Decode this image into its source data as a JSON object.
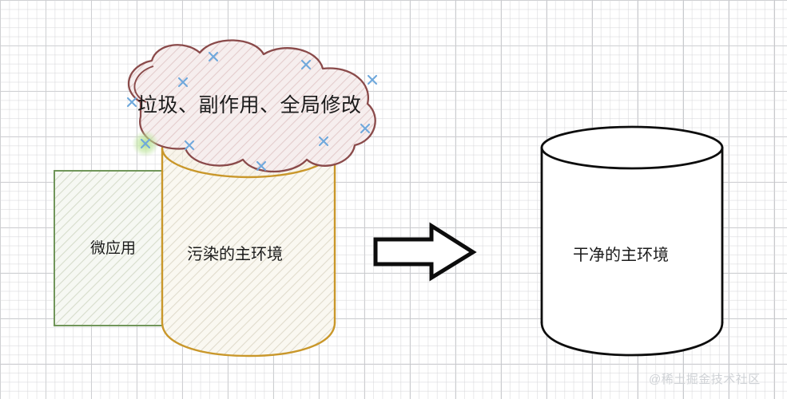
{
  "diagram": {
    "title_region": "micro-frontend sandbox illustration",
    "background": {
      "style": "graph-paper-grid",
      "minor_grid_color": "#d7d7da",
      "major_grid_color": "#a0a2a8",
      "page_color": "#ffffff"
    },
    "cloud": {
      "label": "垃圾、副作用、全局修改",
      "stroke_color": "#8a4a4a",
      "fill_color": "#f3e9e9",
      "hatch_color": "#e0cfcf",
      "handle_marker": "x-handle-icon",
      "handle_color": "#6fa8dc",
      "handle_count": 9
    },
    "polluted_cylinder": {
      "label": "污染的主环境",
      "stroke_color": "#c9972a",
      "fill_color": "#faf7ef",
      "hatch_color": "#e2ded2"
    },
    "micro_app": {
      "label": "微应用",
      "stroke_color": "#6a9153",
      "fill_color": "#f4f6f1",
      "hatch_color": "#d9ded2",
      "dashed_back_face": true
    },
    "highlight_dot": {
      "name": "selection-glow",
      "color": "#b7e08f"
    },
    "arrow": {
      "name": "transform-arrow",
      "direction": "right",
      "stroke_color": "#000000",
      "fill_color": "#ffffff"
    },
    "clean_cylinder": {
      "label": "干净的主环境",
      "stroke_color": "#0d0d0d",
      "fill_color": "#ffffff"
    },
    "watermark": {
      "text": "@稀土掘金技术社区",
      "color": "#cfd2d6"
    }
  }
}
